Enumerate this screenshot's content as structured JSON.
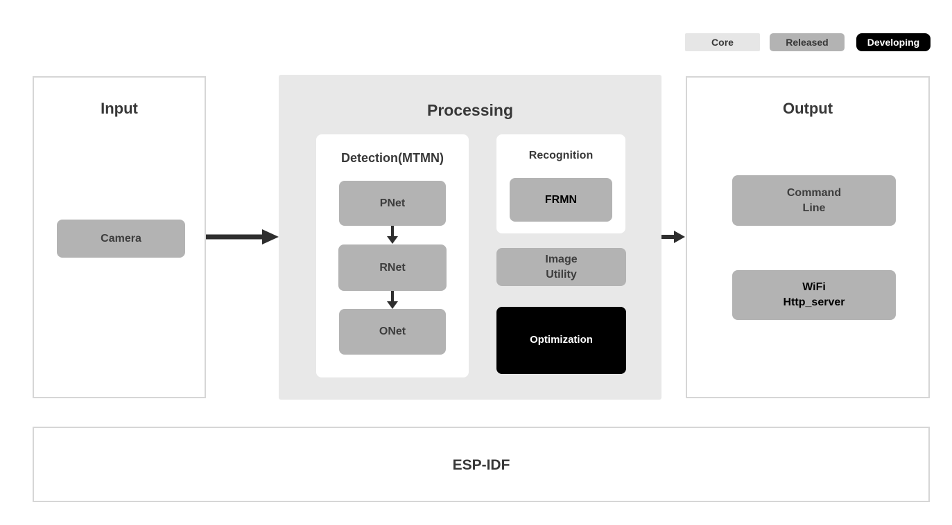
{
  "legend": {
    "items": [
      {
        "id": "core",
        "label": "Core",
        "fill": "#e6e6e6",
        "text_color": "#383838"
      },
      {
        "id": "released",
        "label": "Released",
        "fill": "#b3b3b3",
        "text_color": "#383838"
      },
      {
        "id": "developing",
        "label": "Developing",
        "fill": "#000000",
        "text_color": "#ffffff"
      }
    ]
  },
  "input": {
    "title": "Input",
    "camera_label": "Camera"
  },
  "processing": {
    "title": "Processing",
    "detection": {
      "title": "Detection(MTMN)",
      "nodes": [
        "PNet",
        "RNet",
        "ONet"
      ]
    },
    "recognition": {
      "title": "Recognition",
      "node_label": "FRMN"
    },
    "image_utility_label": "Image\nUtility",
    "optimization_label": "Optimization"
  },
  "output": {
    "title": "Output",
    "command_line_label": "Command\nLine",
    "wifi_label": "WiFi\nHttp_server"
  },
  "foundation": {
    "title": "ESP-IDF"
  },
  "colors": {
    "panel_border": "#d6d6d6",
    "processing_fill": "#e8e8e8",
    "node_fill": "#b3b3b3",
    "node_text": "#3d3d3d",
    "black_fill": "#000000",
    "arrow": "#2e2e2e"
  }
}
